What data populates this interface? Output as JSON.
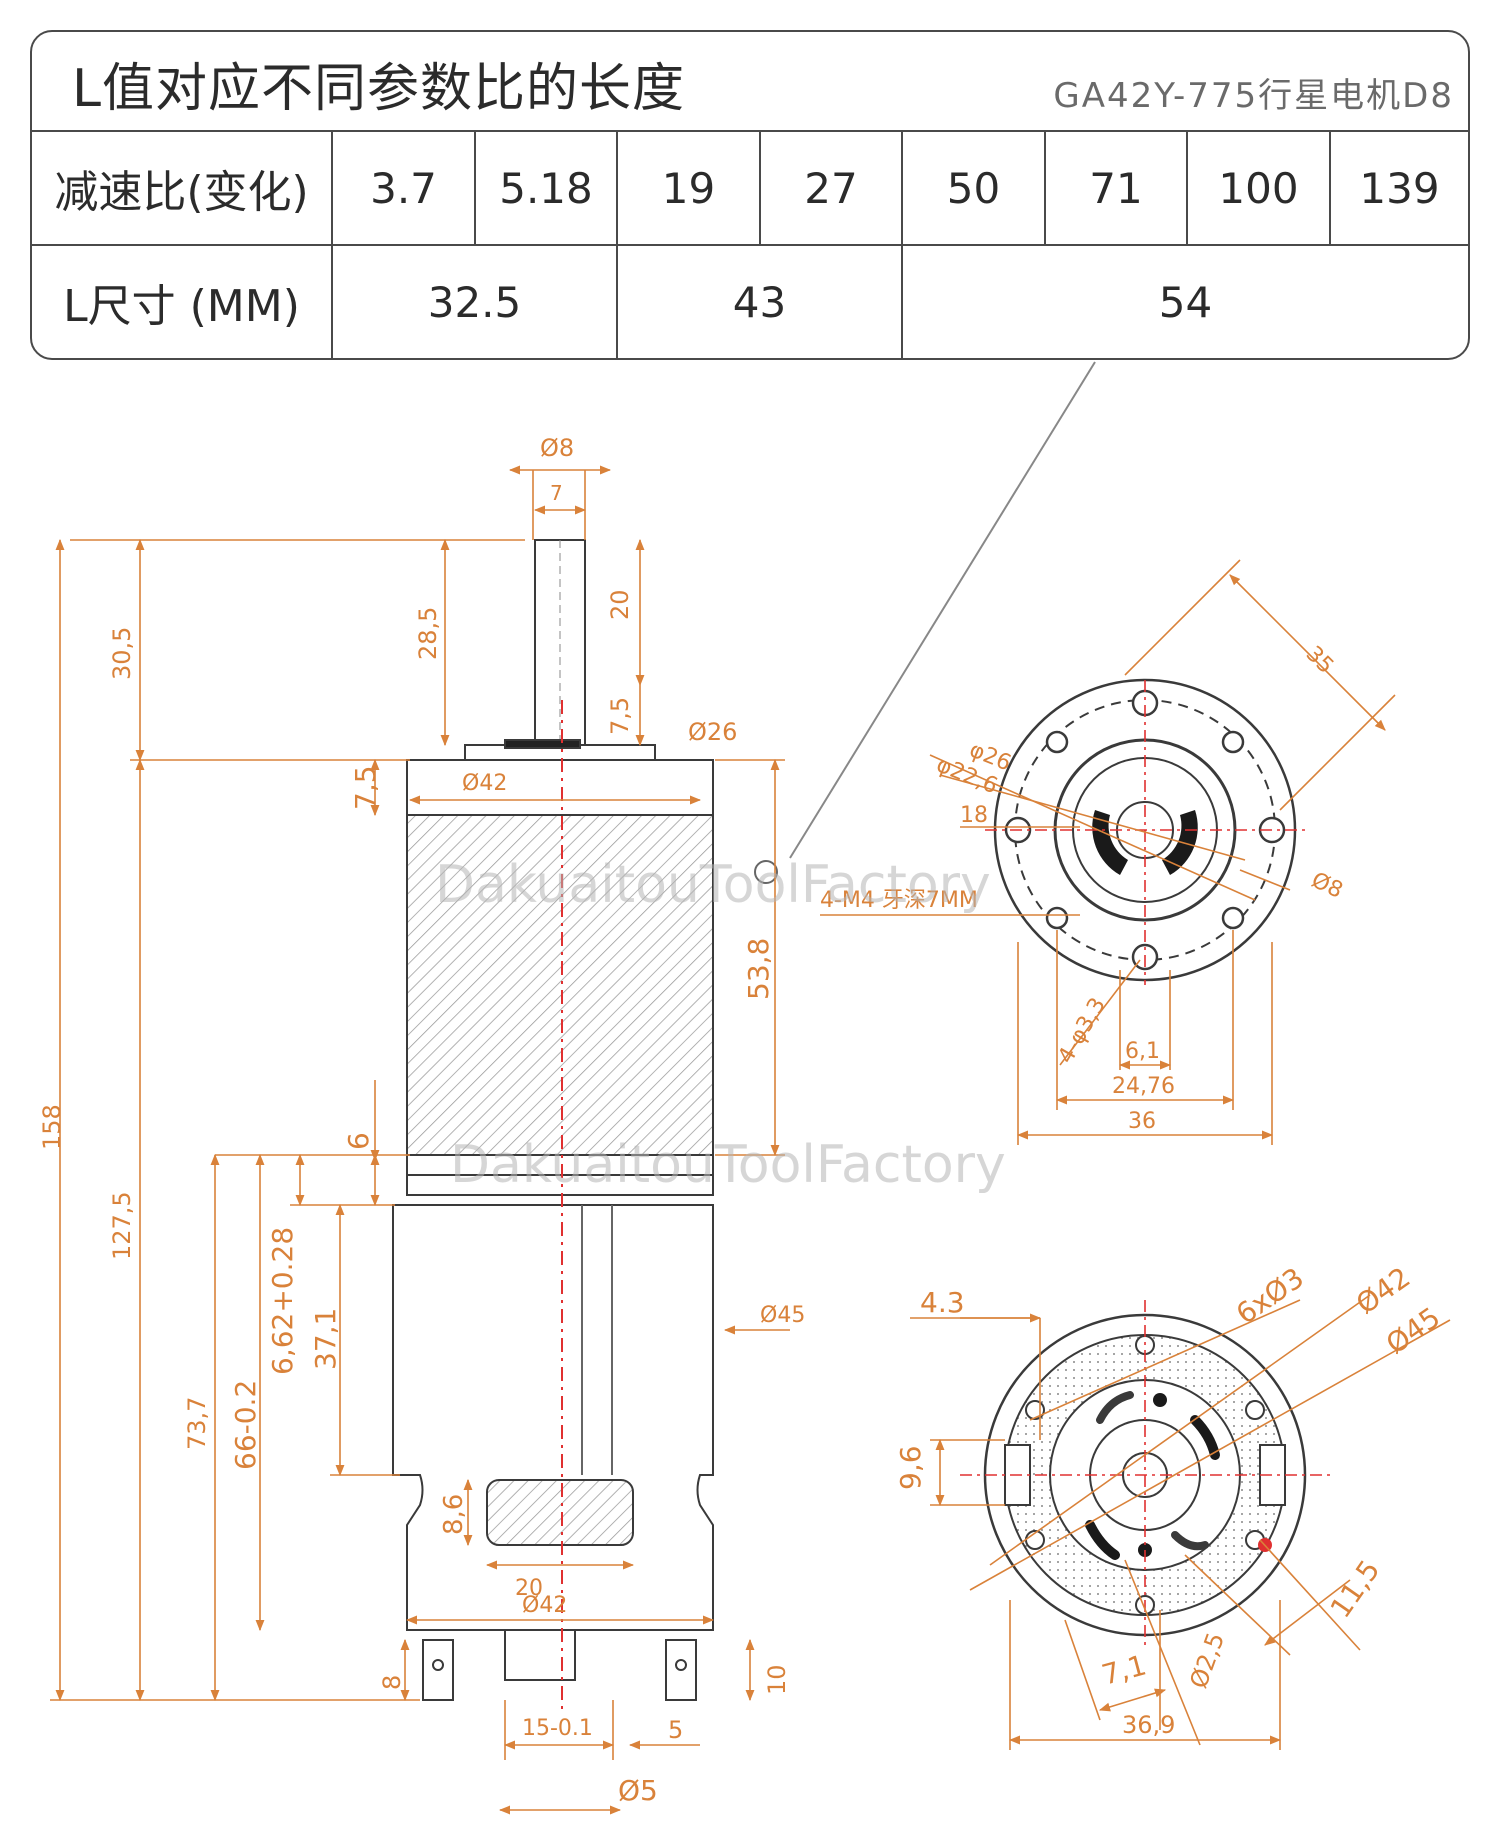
{
  "table": {
    "title": "L值对应不同参数比的长度",
    "model": "GA42Y-775行星电机D8",
    "ratio_label": "减速比(变化)",
    "ratios": [
      "3.7",
      "5.18",
      "19",
      "27",
      "50",
      "71",
      "100",
      "139"
    ],
    "length_label": "L尺寸 (MM)",
    "lengths": [
      "32.5",
      "43",
      "54"
    ]
  },
  "watermarks": [
    "DakuaitouToolFactory",
    "DakuaitouToolFactory"
  ],
  "side_view": {
    "dims": {
      "d8": "Ø8",
      "w7": "7",
      "h28_5": "28,5",
      "h20": "20",
      "h7_5_top": "7,5",
      "d26": "Ø26",
      "h30_5": "30,5",
      "h7_5": "7,5",
      "d42_top": "Ø42",
      "h53_8": "53,8",
      "h158": "158",
      "h127_5": "127,5",
      "h6": "6",
      "h6_62": "6,62+0.28",
      "h37_1": "37,1",
      "d45": "Ø45",
      "h73_7": "73,7",
      "h66": "66-0.2",
      "h8_6": "8,6",
      "w20": "20",
      "d42_bottom": "Ø42",
      "h8": "8",
      "h10": "10",
      "w15": "15-0.1",
      "w5": "5",
      "d5": "Ø5"
    }
  },
  "gear_face": {
    "dims": {
      "w35": "35",
      "d26": "φ26",
      "d22_6": "φ22,6",
      "r18": "18",
      "d8": "Ø8",
      "m4": "4-M4 牙深7MM",
      "d3_3": "4-φ3,3",
      "w6_1": "6,1",
      "w24_76": "24,76",
      "w36": "36"
    }
  },
  "motor_face": {
    "dims": {
      "w4_3": "4.3",
      "d6x3": "6xØ3",
      "d42": "Ø42",
      "d45": "Ø45",
      "h9_6": "9,6",
      "w11_5": "11,5",
      "d2_5": "Ø2,5",
      "w7_1": "7,1",
      "w36_9": "36,9"
    }
  },
  "colors": {
    "dimension": "#d9823a",
    "outline": "#3a3a3a",
    "centerline": "#e03030"
  }
}
